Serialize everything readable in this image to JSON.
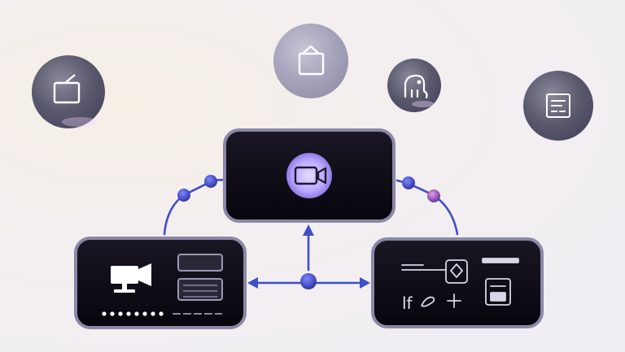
{
  "diagram": {
    "floating_icons": [
      {
        "id": "tv-bubble-left",
        "icon": "tv-icon"
      },
      {
        "id": "tv-bubble-top",
        "icon": "picture-frame-icon"
      },
      {
        "id": "elephant-bubble",
        "icon": "elephant-icon"
      },
      {
        "id": "document-bubble",
        "icon": "document-icon"
      }
    ],
    "nodes": [
      {
        "id": "center-video-node",
        "icon": "video-camera-icon"
      },
      {
        "id": "left-camera-node",
        "icon": "movie-camera-icon"
      },
      {
        "id": "right-controls-node",
        "icon": "control-panel-icon"
      }
    ],
    "right_node_glyphs": "lf",
    "colors": {
      "node_fill": "#0d0a14",
      "node_border": "#8b87a6",
      "connector": "#3f4fc8",
      "dot": "#4a4fc2",
      "accent": "#b9a6ff",
      "bubble": "#5c5a6e"
    }
  }
}
